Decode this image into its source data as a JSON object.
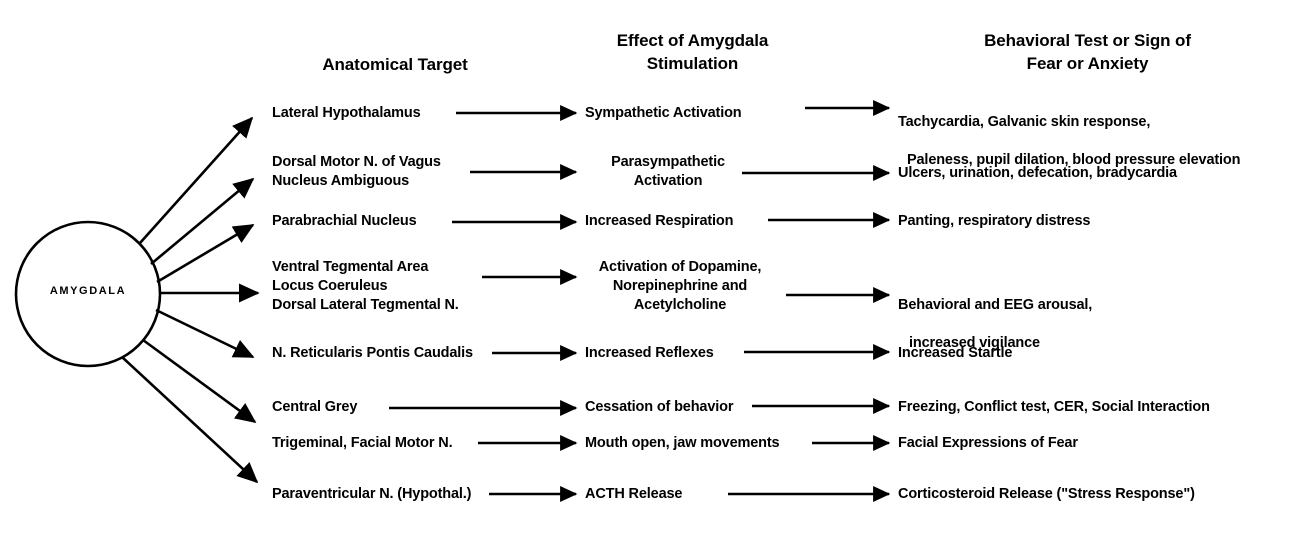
{
  "figure": {
    "hub": {
      "label": "AMYGDALA"
    },
    "headers": {
      "anatomical": "Anatomical Target",
      "effect": "Effect of Amygdala\nStimulation",
      "behavioral": "Behavioral Test or Sign of\nFear or Anxiety"
    },
    "rows": [
      {
        "target": "Lateral Hypothalamus",
        "effect": "Sympathetic Activation",
        "behavior_line1": "Tachycardia, Galvanic skin response,",
        "behavior_line2": "Paleness, pupil dilation, blood pressure elevation"
      },
      {
        "target": "Dorsal Motor N. of Vagus\nNucleus Ambiguous",
        "effect": "Parasympathetic\nActivation",
        "behavior_line1": "Ulcers, urination, defecation, bradycardia",
        "behavior_line2": ""
      },
      {
        "target": "Parabrachial Nucleus",
        "effect": "Increased Respiration",
        "behavior_line1": "Panting, respiratory distress",
        "behavior_line2": ""
      },
      {
        "target": "Ventral Tegmental Area\nLocus Coeruleus\nDorsal Lateral Tegmental N.",
        "effect": "Activation of Dopamine,\nNorepinephrine and\nAcetylcholine",
        "behavior_line1": "Behavioral and EEG arousal,",
        "behavior_line2": "increased vigilance"
      },
      {
        "target": "N. Reticularis Pontis Caudalis",
        "effect": "Increased Reflexes",
        "behavior_line1": "Increased Startle",
        "behavior_line2": ""
      },
      {
        "target": "Central Grey",
        "effect": "Cessation of behavior",
        "behavior_line1": "Freezing, Conflict test, CER, Social Interaction",
        "behavior_line2": ""
      },
      {
        "target": "Trigeminal, Facial Motor N.",
        "effect": "Mouth open, jaw movements",
        "behavior_line1": "Facial Expressions of Fear",
        "behavior_line2": ""
      },
      {
        "target": "Paraventricular N. (Hypothal.)",
        "effect": "ACTH Release",
        "behavior_line1": "Corticosteroid Release (\"Stress Response\")",
        "behavior_line2": ""
      }
    ],
    "colors": {
      "ink": "#000000",
      "background": "#ffffff"
    }
  }
}
